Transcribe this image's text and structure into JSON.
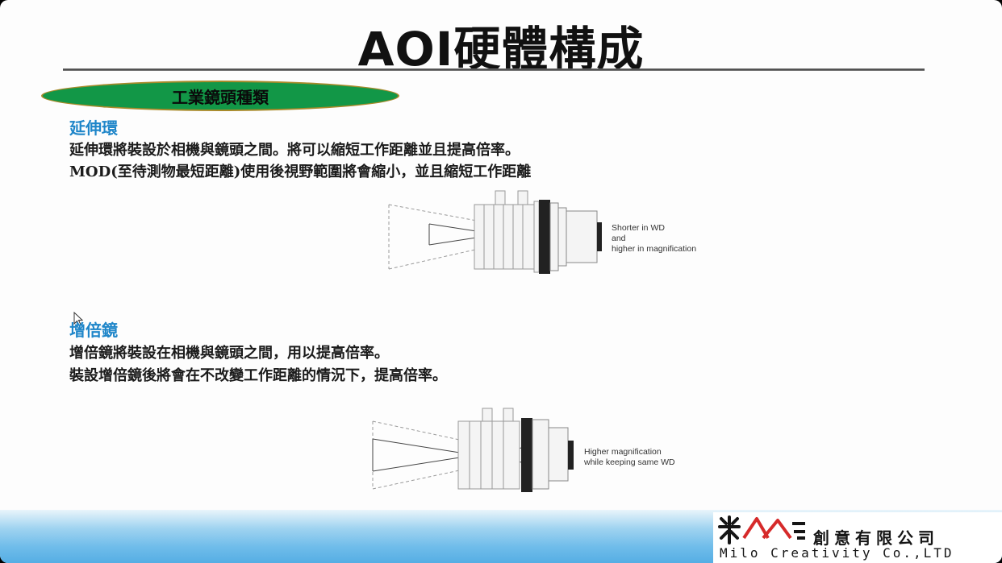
{
  "slide": {
    "title": "AOI硬體構成",
    "section_pill": "工業鏡頭種類",
    "section1": {
      "heading": "延伸環",
      "lines": [
        "延伸環將裝設於相機與鏡頭之間。將可以縮短工作距離並且提高倍率。",
        "MOD(至待測物最短距離)使用後視野範圍將會縮小，並且縮短工作距離"
      ],
      "diagram_caption": [
        "Shorter in WD",
        "and",
        "higher in magnification"
      ]
    },
    "section2": {
      "heading": "增倍鏡",
      "lines": [
        "增倍鏡將裝設在相機與鏡頭之間，用以提高倍率。",
        "裝設增倍鏡後將會在不改變工作距離的情況下，提高倍率。"
      ],
      "diagram_caption": [
        "Higher magnification",
        "while keeping same WD"
      ]
    }
  },
  "footer": {
    "logo_cn": "創意有限公司",
    "logo_en": "Milo Creativity Co.,LTD"
  },
  "colors": {
    "pill": "#129747",
    "heading": "#1f86c9",
    "footer_bar": "#6fbcea",
    "logo_red": "#d62a2a"
  },
  "icons": [
    "mouse-cursor-icon",
    "milo-logo-mark-icon"
  ]
}
